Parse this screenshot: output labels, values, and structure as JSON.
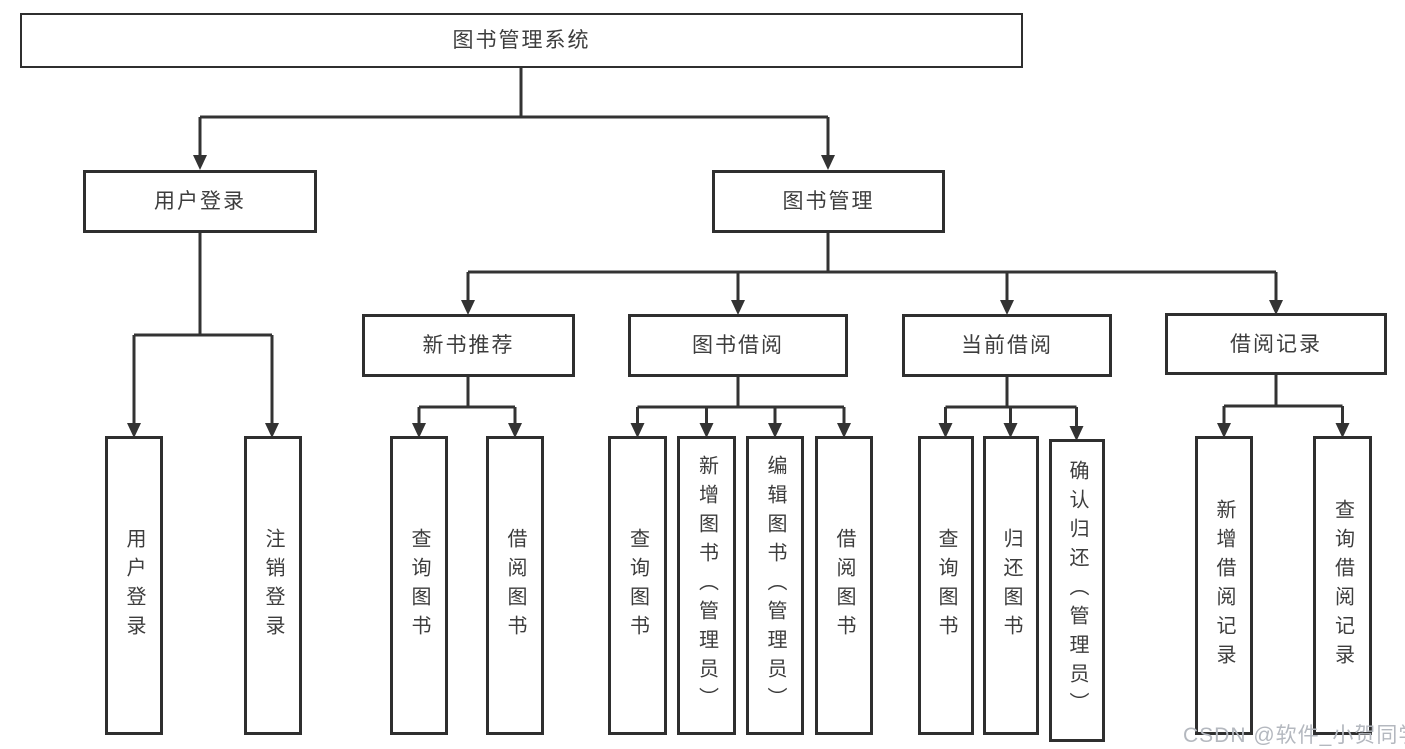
{
  "diagram": {
    "root": "图书管理系统",
    "level2": {
      "user_login_group": "用户登录",
      "book_management": "图书管理"
    },
    "level3": {
      "new_book_recommend": "新书推荐",
      "book_borrow": "图书借阅",
      "current_borrow": "当前借阅",
      "borrow_record": "借阅记录"
    },
    "level4": {
      "user_login": "用户登录",
      "logout": "注销登录",
      "rec_query_book": "查询图书",
      "rec_borrow_book": "借阅图书",
      "bb_query_book": "查询图书",
      "bb_add_book_admin": "新增图书（管理员）",
      "bb_edit_book_admin": "编辑图书（管理员）",
      "bb_borrow_book": "借阅图书",
      "cb_query_book": "查询图书",
      "cb_return_book": "归还图书",
      "cb_confirm_return_admin": "确认归还（管理员）",
      "br_add_record": "新增借阅记录",
      "br_query_record": "查询借阅记录"
    }
  },
  "watermark": "CSDN @软件_小贺同学",
  "colors": {
    "line": "#333333",
    "border": "#2f2f2f",
    "text": "#3d3d3d",
    "watermark": "#b4b8bf",
    "background": "#ffffff"
  }
}
